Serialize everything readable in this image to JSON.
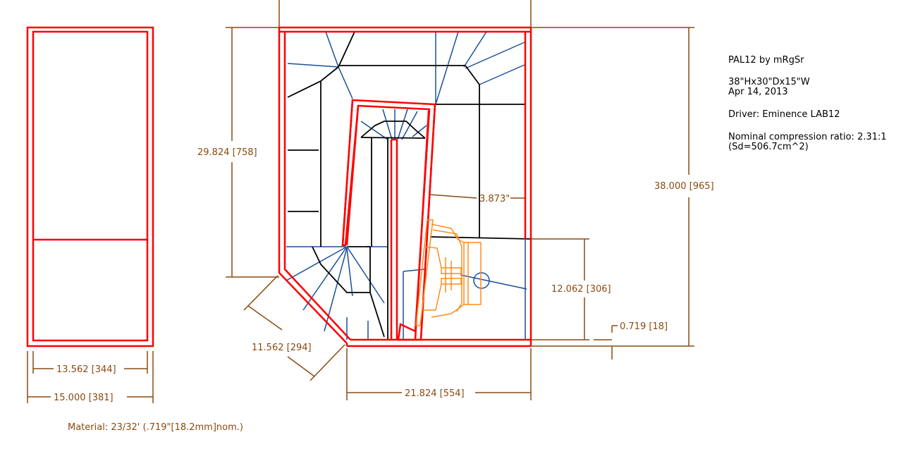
{
  "colors": {
    "panel": "#ff0000",
    "brace": "#1a4f99",
    "path": "#000000",
    "dimension": "#8a4a10",
    "driver": "#ff8c1a"
  },
  "notes": {
    "title": "PAL12 by mRgSr",
    "size": "38\"Hx30\"Dx15\"W",
    "date": "Apr 14, 2013",
    "driver": "Driver: Eminence LAB12",
    "compression": "Nominal compression ratio: 2.31:1",
    "sd": "(Sd=506.7cm^2)"
  },
  "dimensions": {
    "height_total": "38.000 [965]",
    "upper_left": "29.824 [758]",
    "slot_offset": "3.873\"",
    "lower_right": "12.062 [306]",
    "panel_thickness": "0.719 [18]",
    "diagonal": "11.562 [294]",
    "bottom_width": "21.824 [554]",
    "front_inner_width": "13.562 [344]",
    "front_outer_width": "15.000 [381]"
  },
  "material": "Material: 23/32' (.719\"[18.2mm]nom.)"
}
